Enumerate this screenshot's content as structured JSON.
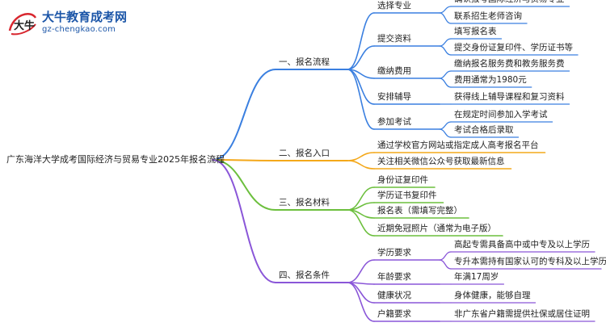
{
  "watermark": {
    "logo_icon": "daniu-logo-icon",
    "logo_text": "大牛",
    "site_name": "大牛教育成考网",
    "site_url": "gz-chengkao.com"
  },
  "colors": {
    "blue": "#3a7fe0",
    "orange": "#f4a81a",
    "green": "#6cbf3d",
    "purple": "#8a56d8"
  },
  "mindmap": {
    "root": "广东海洋大学成考国际经济与贸易专业2025年报名流程",
    "branches": [
      {
        "label": "一、报名流程",
        "children": [
          {
            "label": "选择专业",
            "children": [
              "确认报考国际经济与贸易专业",
              "联系招生老师咨询"
            ]
          },
          {
            "label": "提交资料",
            "children": [
              "填写报名表",
              "提交身份证复印件、学历证书等"
            ]
          },
          {
            "label": "缴纳费用",
            "children": [
              "缴纳报名服务费和教务服务费",
              "费用通常为1980元"
            ]
          },
          {
            "label": "安排辅导",
            "children": [
              "获得线上辅导课程和复习资料"
            ]
          },
          {
            "label": "参加考试",
            "children": [
              "在规定时间参加入学考试",
              "考试合格后录取"
            ]
          }
        ]
      },
      {
        "label": "二、报名入口",
        "children": [
          {
            "label": "通过学校官方网站或指定成人高考报名平台",
            "children": []
          },
          {
            "label": "关注相关微信公众号获取最新信息",
            "children": []
          }
        ]
      },
      {
        "label": "三、报名材料",
        "children": [
          {
            "label": "身份证复印件",
            "children": []
          },
          {
            "label": "学历证书复印件",
            "children": []
          },
          {
            "label": "报名表（需填写完整）",
            "children": []
          },
          {
            "label": "近期免冠照片（通常为电子版）",
            "children": []
          }
        ]
      },
      {
        "label": "四、报名条件",
        "children": [
          {
            "label": "学历要求",
            "children": [
              "高起专需具备高中或中专及以上学历",
              "专升本需持有国家认可的专科及以上学历"
            ]
          },
          {
            "label": "年龄要求",
            "children": [
              "年满17周岁"
            ]
          },
          {
            "label": "健康状况",
            "children": [
              "身体健康，能够自理"
            ]
          },
          {
            "label": "户籍要求",
            "children": [
              "非广东省户籍需提供社保或居住证明"
            ]
          }
        ]
      }
    ]
  }
}
